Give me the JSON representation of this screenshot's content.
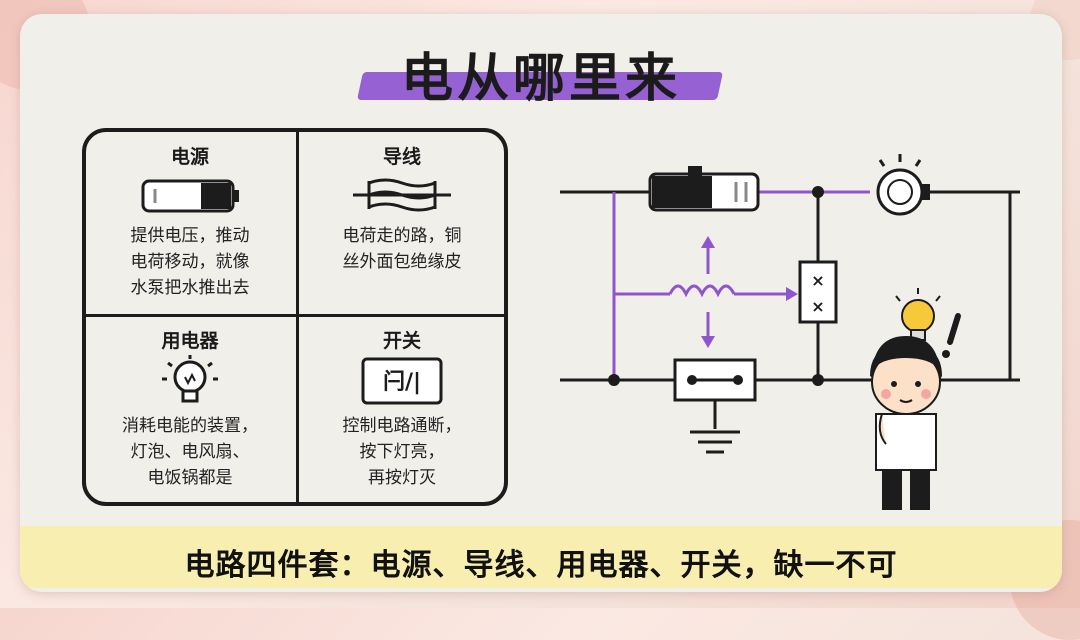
{
  "title": "电从哪里来",
  "cells": [
    {
      "title": "电源",
      "desc": [
        "提供电压，推动",
        "电荷移动，就像",
        "水泵把水推出去"
      ]
    },
    {
      "title": "导线",
      "desc": [
        "电荷走的路，铜",
        "丝外面包绝缘皮"
      ]
    },
    {
      "title": "用电器",
      "desc": [
        "消耗电能的装置，",
        "灯泡、电风扇、",
        "电饭锅都是"
      ]
    },
    {
      "title": "开关",
      "switch_glyph": "闩/|",
      "desc": [
        "控制电路通断，",
        "按下灯亮，",
        "再按灯灭"
      ]
    }
  ],
  "summary": "电路四件套：电源、导线、用电器、开关，缺一不可",
  "colors": {
    "accent": "#8e55cf",
    "highlight": "#f7eeb0",
    "ink": "#1c1c1c"
  }
}
